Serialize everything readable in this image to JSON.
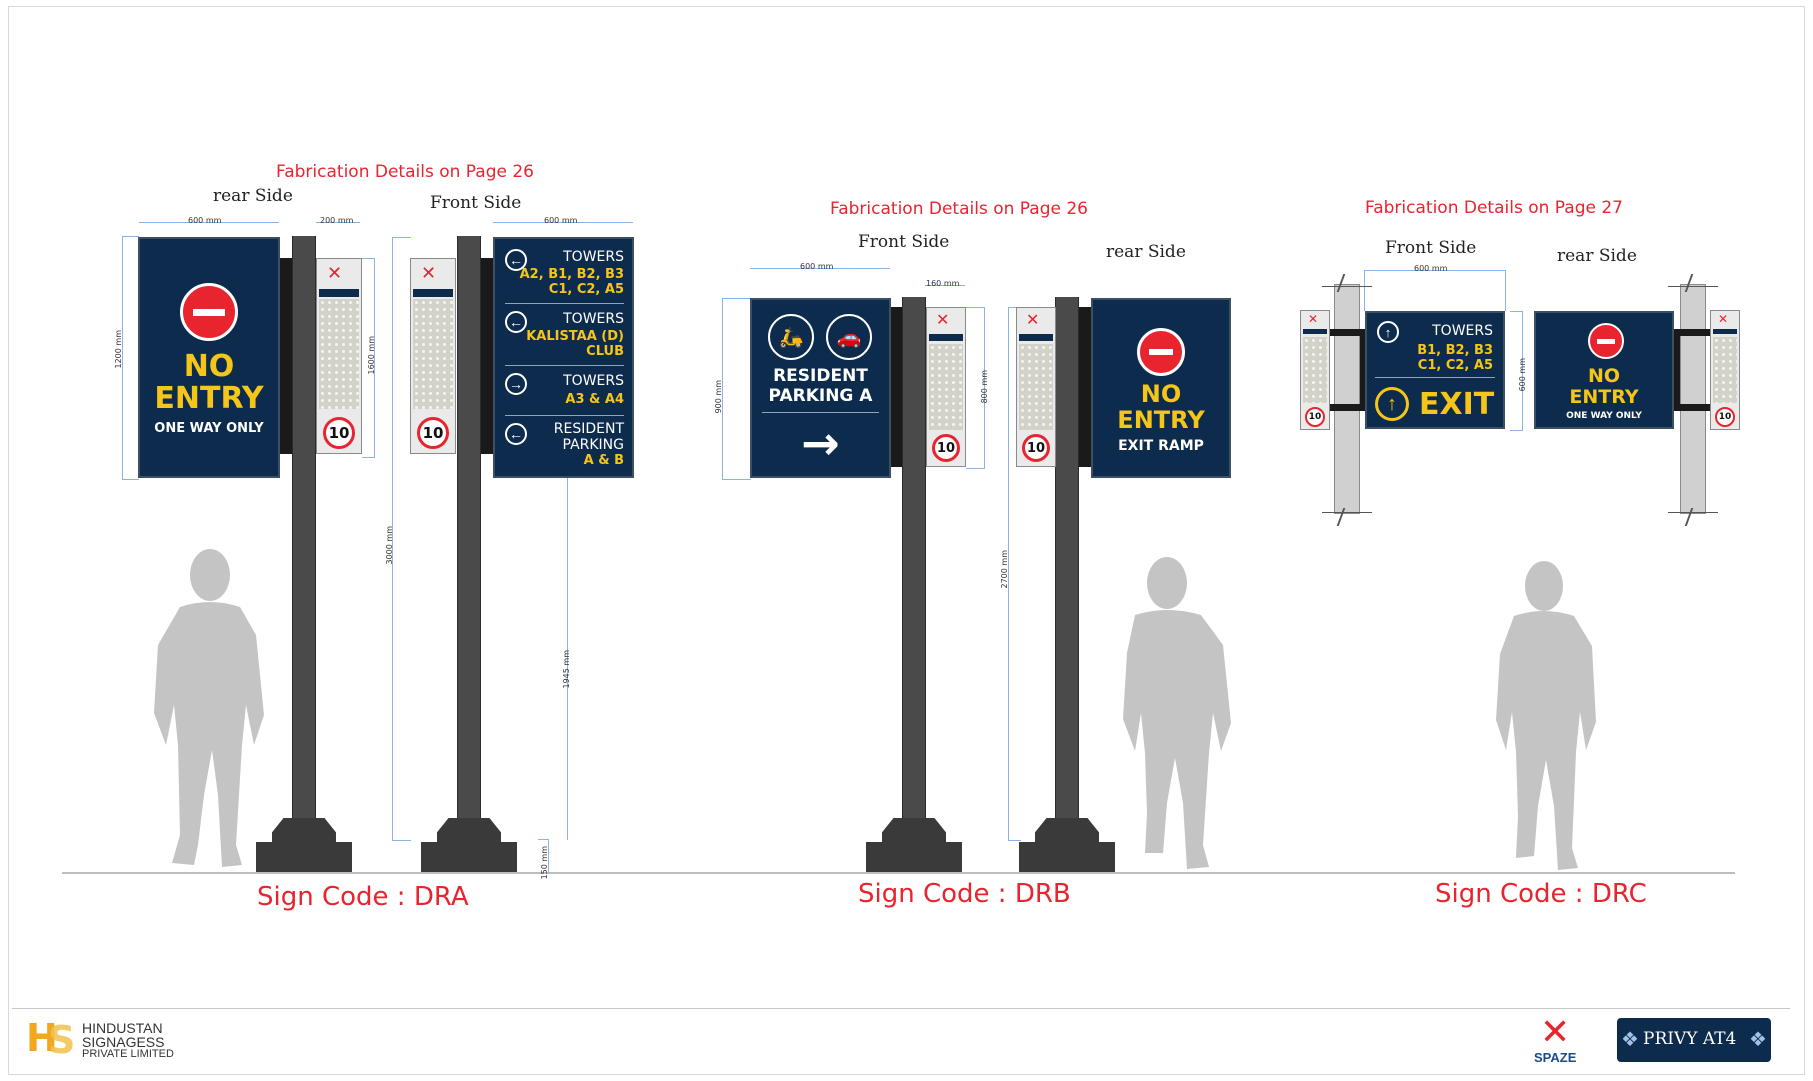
{
  "colors": {
    "panel": "#0d2b4c",
    "accent_yellow": "#f5c518",
    "note_red": "#e8242f",
    "pole": "#4a4a4a"
  },
  "dra": {
    "note": "Fabrication Details on Page 26",
    "rear_label": "rear Side",
    "front_label": "Front Side",
    "sign_code": "Sign Code : DRA",
    "rear_panel": {
      "line1": "NO",
      "line2": "ENTRY",
      "line3": "ONE WAY ONLY"
    },
    "front_panel": {
      "rows": [
        {
          "title": "TOWERS",
          "detail1": "A2, B1, B2, B3",
          "detail2": "C1, C2, A5"
        },
        {
          "title": "TOWERS",
          "detail1": "KALISTAA (D)",
          "detail2": "CLUB"
        },
        {
          "title": "TOWERS",
          "detail1": "A3 & A4"
        },
        {
          "title": "RESIDENT",
          "title2": "PARKING",
          "detail1": "A & B"
        }
      ]
    },
    "dims": {
      "w1": "600 mm",
      "w2": "200 mm",
      "w3": "600 mm",
      "h1": "1200 mm",
      "h2": "1600 mm",
      "h3": "3000 mm",
      "h4": "1945 mm",
      "h5": "150 mm"
    }
  },
  "drb": {
    "note": "Fabrication Details on Page 26",
    "front_label": "Front Side",
    "rear_label": "rear Side",
    "sign_code": "Sign Code : DRB",
    "front_panel": {
      "line1": "RESIDENT",
      "line2": "PARKING A"
    },
    "rear_panel": {
      "line1": "NO",
      "line2": "ENTRY",
      "line3": "EXIT RAMP"
    },
    "dims": {
      "w1": "600 mm",
      "w2": "160 mm",
      "h1": "900 mm",
      "h2": "800 mm",
      "h3": "2700 mm"
    }
  },
  "drc": {
    "note": "Fabrication Details on Page 27",
    "front_label": "Front Side",
    "rear_label": "rear Side",
    "sign_code": "Sign Code : DRC",
    "front_panel": {
      "title": "TOWERS",
      "detail1": "B1, B2, B3",
      "detail2": "C1, C2, A5",
      "exit": "EXIT"
    },
    "rear_panel": {
      "line1": "NO",
      "line2": "ENTRY",
      "line3": "ONE WAY ONLY"
    },
    "dims": {
      "w1": "600 mm",
      "h1": "600 mm"
    }
  },
  "speed_limit": "10",
  "footer": {
    "company_line1": "HINDUSTAN",
    "company_line2": "SIGNAGESS",
    "company_line3": "PRIVATE LIMITED",
    "logo_spaze": "SPAZE",
    "logo_privy": "PRIVY AT4"
  }
}
